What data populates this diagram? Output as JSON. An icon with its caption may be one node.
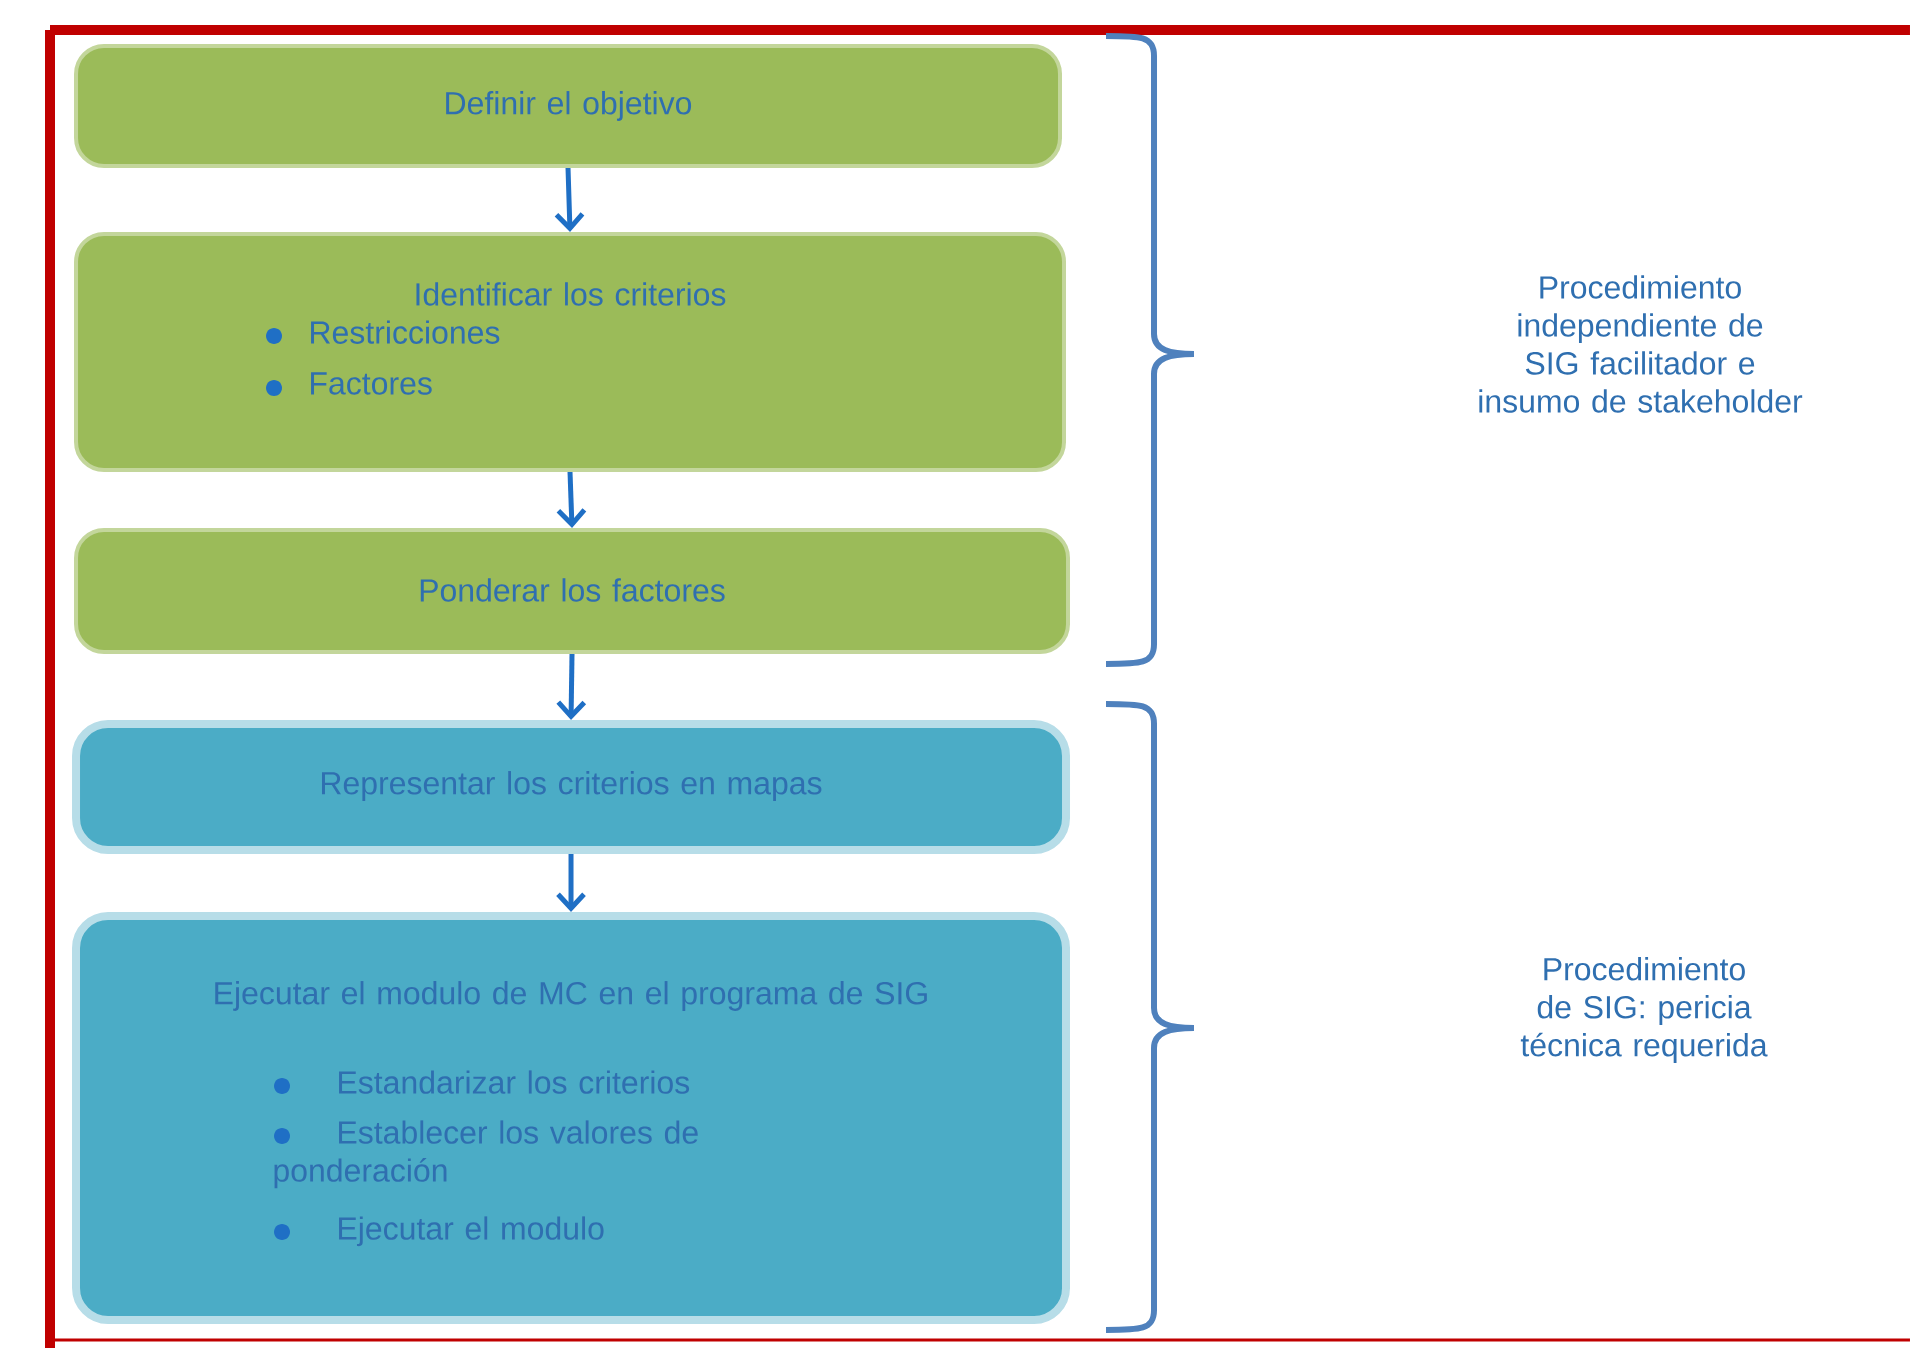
{
  "diagram": {
    "nodes": [
      {
        "text": [
          "Definir el objetivo"
        ]
      },
      {
        "text": [
          "Identificar los criterios",
          "Restricciones",
          "Factores"
        ]
      },
      {
        "text": [
          "Ponderar los factores"
        ]
      },
      {
        "text": [
          "Representar los criterios en mapas"
        ]
      },
      {
        "text": [
          "Ejecutar el modulo de MC en el programa de SIG",
          "Estandarizar los criterios",
          "Establecer los valores de ponderación",
          "Ejecutar el modulo"
        ]
      }
    ],
    "edges": [
      {
        "from": 0,
        "to": 1,
        "arrow": "to"
      },
      {
        "from": 1,
        "to": 2,
        "arrow": "to"
      },
      {
        "from": 2,
        "to": 3,
        "arrow": "to"
      },
      {
        "from": 3,
        "to": 4,
        "arrow": "to"
      }
    ],
    "labels": [
      "Procedimiento independiente de SIG facilitador e insumo de stakeholder",
      "Procedimiento de SIG: pericia técnica requerida"
    ]
  }
}
